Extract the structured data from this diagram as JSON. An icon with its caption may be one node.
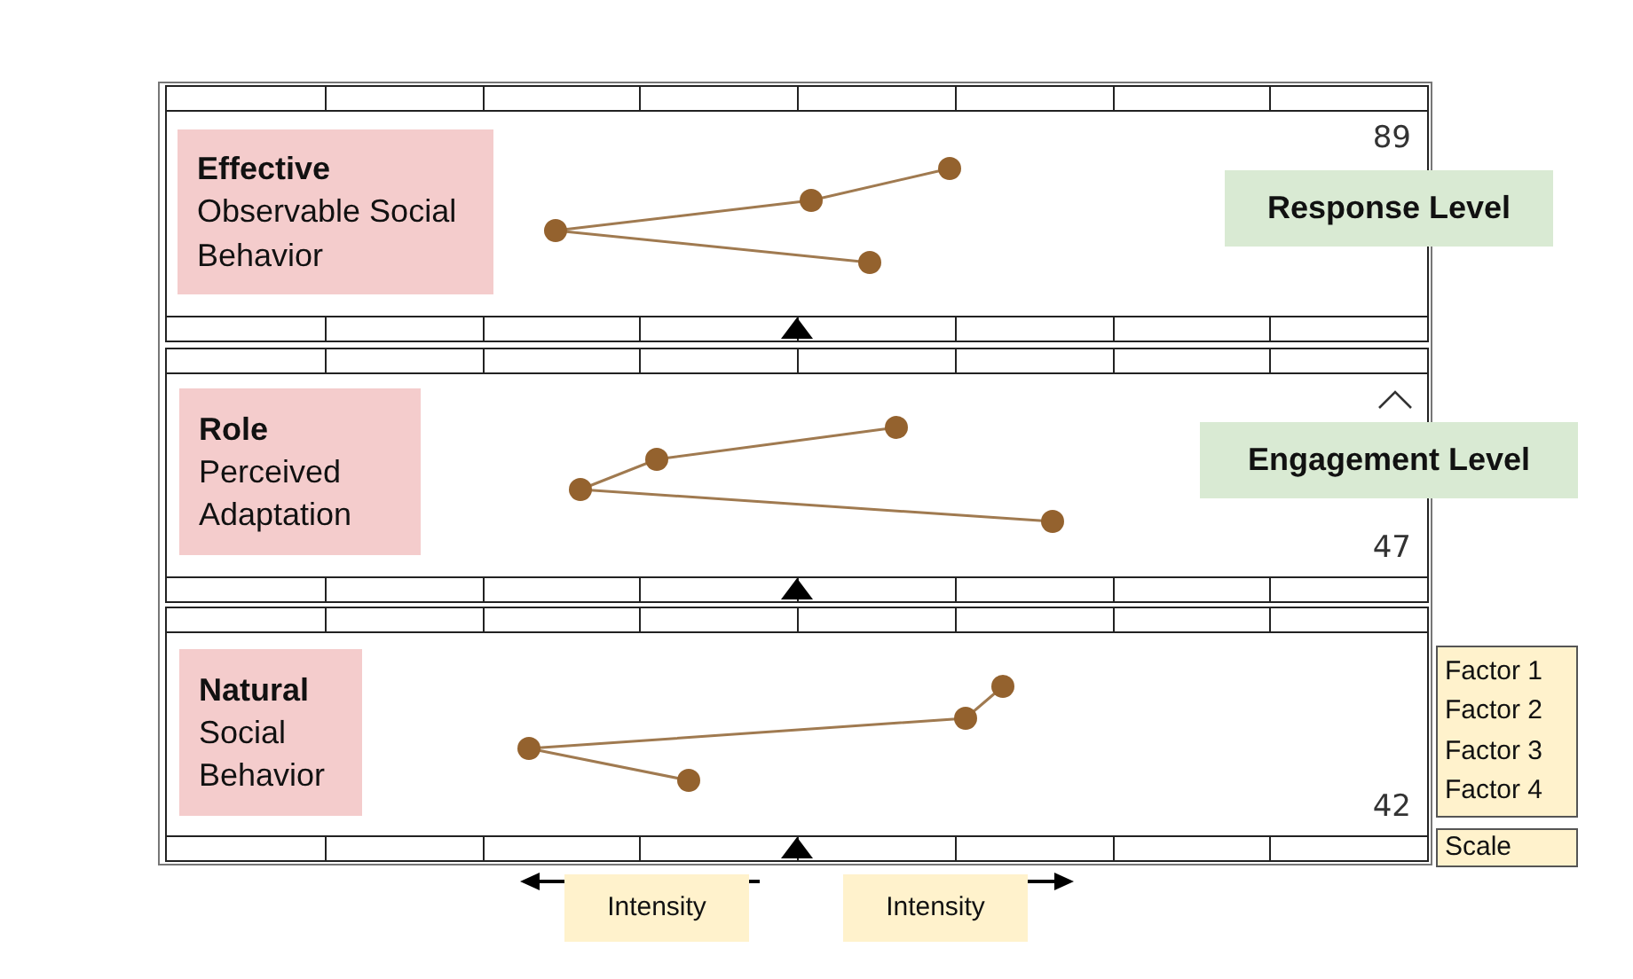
{
  "diagram": {
    "nodes": [
      {
        "text": [
          "Effective",
          "Observable Social Behavior"
        ]
      },
      {
        "text": [
          "Response Level"
        ]
      },
      {
        "text": [
          "Role",
          "Perceived Adaptation"
        ]
      },
      {
        "text": [
          "Engagement Level"
        ]
      },
      {
        "text": [
          "Natural",
          "Social Behavior"
        ]
      },
      {
        "text": [
          "Factor 1",
          "Factor 2",
          "Factor 3",
          "Factor 4"
        ]
      },
      {
        "text": [
          "Scale"
        ]
      },
      {
        "text": [
          "Intensity"
        ]
      },
      {
        "text": [
          "Intensity"
        ]
      }
    ],
    "labels": [
      "89",
      "47",
      "42"
    ]
  }
}
